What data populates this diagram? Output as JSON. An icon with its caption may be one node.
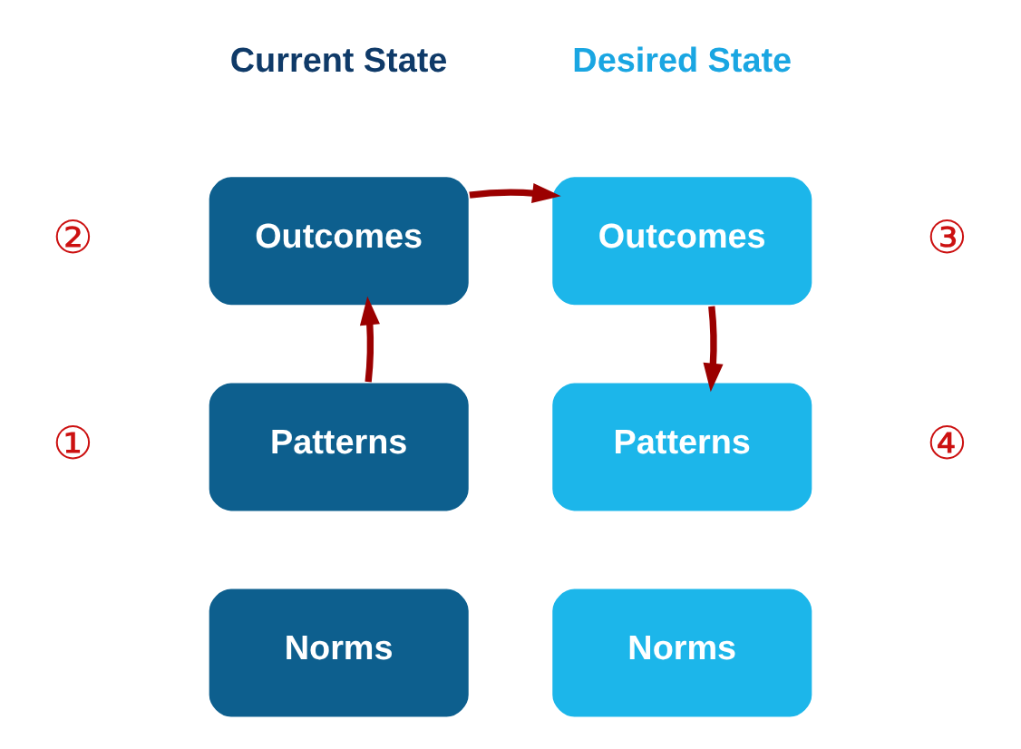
{
  "diagram": {
    "nodes": [
      {
        "text": [
          "Outcomes"
        ],
        "beside": [
          "②"
        ]
      },
      {
        "text": [
          "Outcomes"
        ],
        "beside": [
          "③"
        ]
      },
      {
        "text": [
          "Patterns"
        ],
        "beside": [
          "①"
        ]
      },
      {
        "text": [
          "Patterns"
        ],
        "beside": [
          "④"
        ]
      },
      {
        "text": [
          "Norms"
        ]
      },
      {
        "text": [
          "Norms"
        ]
      }
    ],
    "edges": [
      {
        "from": 2,
        "to": 0,
        "arrow": "to"
      },
      {
        "from": 0,
        "to": 1,
        "arrow": "to"
      },
      {
        "from": 1,
        "to": 3,
        "arrow": "to"
      }
    ],
    "labels": [
      "Current State",
      "Desired State"
    ]
  }
}
